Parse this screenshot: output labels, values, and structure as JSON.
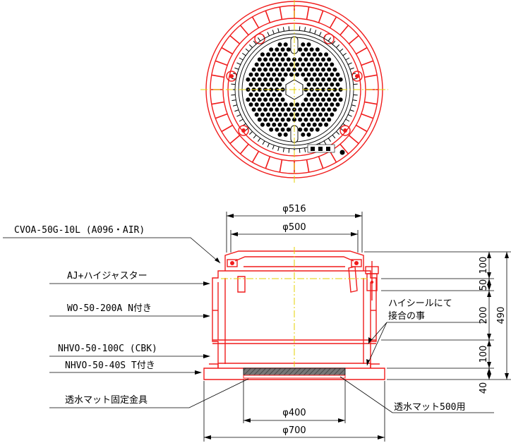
{
  "colors": {
    "part": "#f01c1c",
    "line": "#000000",
    "centerline": "#e4d200",
    "mat": "#555555"
  },
  "labels": {
    "cover": "CVOA-50G-10L (A096・AIR)",
    "adjuster": "AJ+ハイジャスター",
    "body": "WO-50-200A  N付き",
    "riser": "NHVO-50-100C (CBK)",
    "base": "NHVO-50-40S  T付き",
    "bracket": "透水マット固定金具",
    "mat": "透水マット500用",
    "seal_line1": "ハイシールにて",
    "seal_line2": "接合の事"
  },
  "dimensions": {
    "top_outer": "φ516",
    "top_inner": "φ500",
    "bottom_inner": "φ400",
    "bottom_outer": "φ700",
    "h_100": "100",
    "h_50": "50",
    "h_200": "200",
    "h_100b": "100",
    "h_40": "40",
    "h_total": "490"
  }
}
